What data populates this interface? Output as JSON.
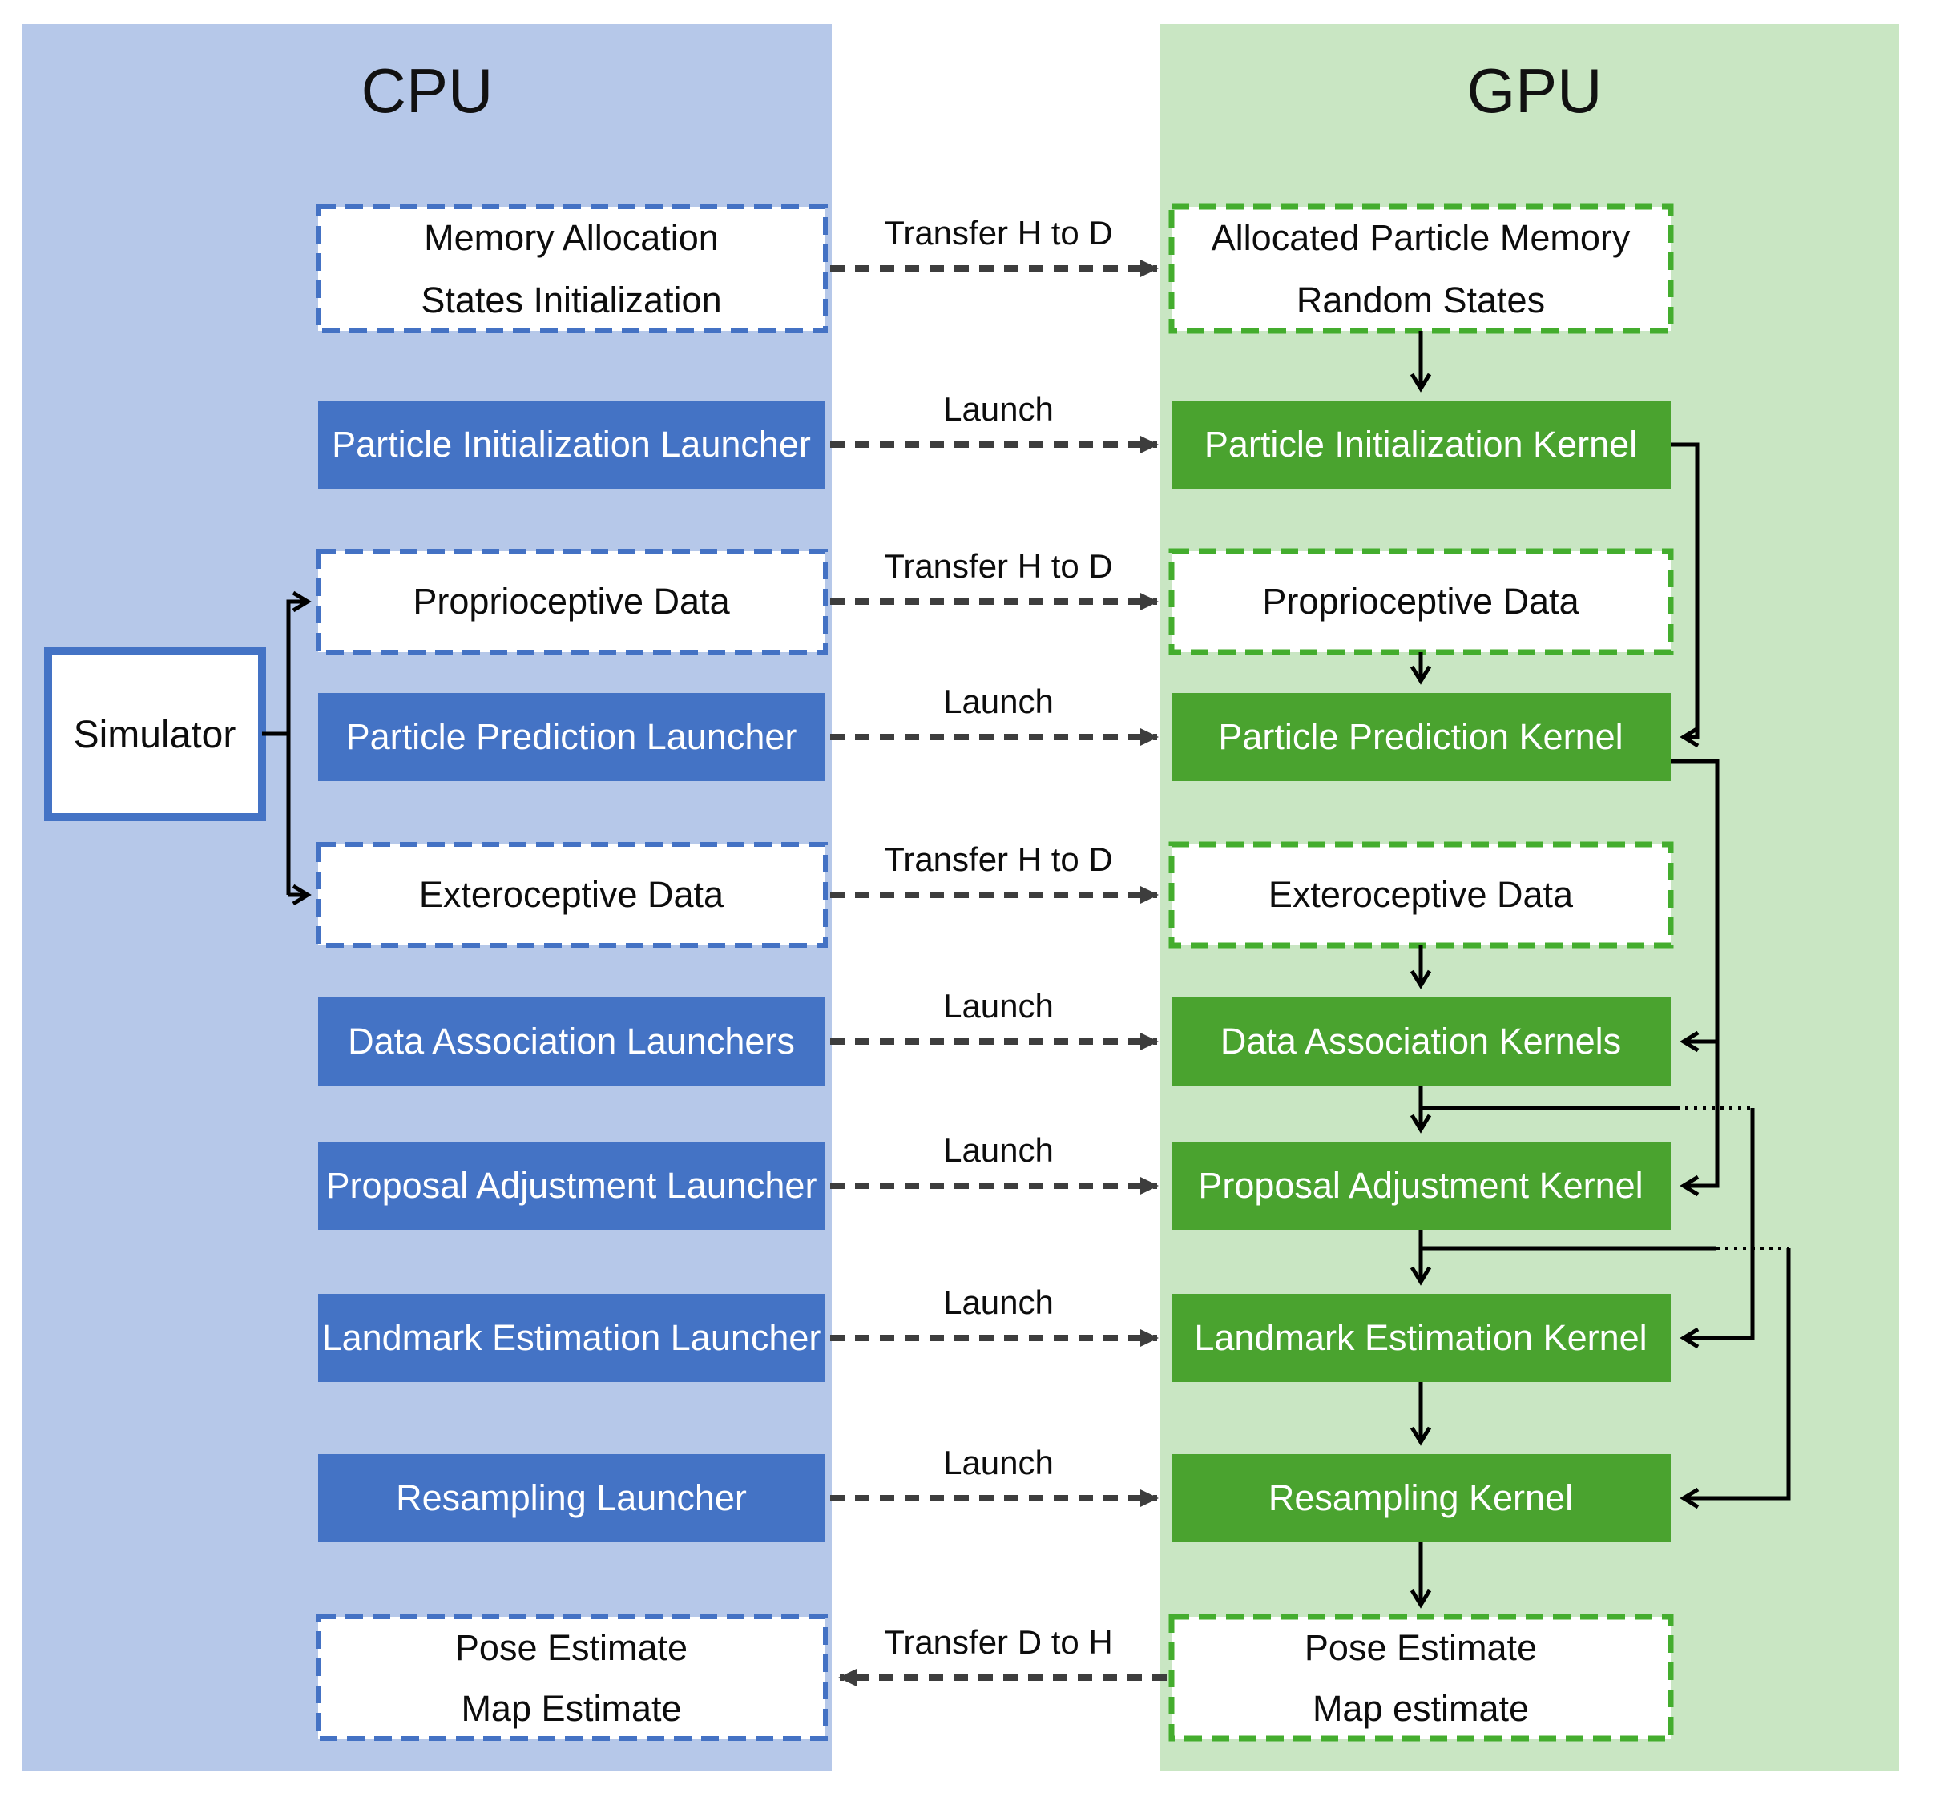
{
  "cpu_column": {
    "title": "CPU",
    "boxes": [
      {
        "style": "dashed",
        "lines": [
          "Memory Allocation",
          "States Initialization"
        ]
      },
      {
        "style": "solid",
        "lines": [
          "Particle Initialization Launcher"
        ]
      },
      {
        "style": "dashed",
        "lines": [
          "Proprioceptive Data"
        ]
      },
      {
        "style": "solid",
        "lines": [
          "Particle Prediction Launcher"
        ]
      },
      {
        "style": "dashed",
        "lines": [
          "Exteroceptive Data"
        ]
      },
      {
        "style": "solid",
        "lines": [
          "Data Association Launchers"
        ]
      },
      {
        "style": "solid",
        "lines": [
          "Proposal Adjustment Launcher"
        ]
      },
      {
        "style": "solid",
        "lines": [
          "Landmark Estimation Launcher"
        ]
      },
      {
        "style": "solid",
        "lines": [
          "Resampling Launcher"
        ]
      },
      {
        "style": "dashed",
        "lines": [
          "Pose Estimate",
          "Map Estimate"
        ]
      }
    ]
  },
  "gpu_column": {
    "title": "GPU",
    "boxes": [
      {
        "style": "dashed",
        "lines": [
          "Allocated Particle Memory",
          "Random States"
        ]
      },
      {
        "style": "solid",
        "lines": [
          "Particle Initialization Kernel"
        ]
      },
      {
        "style": "dashed",
        "lines": [
          "Proprioceptive Data"
        ]
      },
      {
        "style": "solid",
        "lines": [
          "Particle Prediction Kernel"
        ]
      },
      {
        "style": "dashed",
        "lines": [
          "Exteroceptive Data"
        ]
      },
      {
        "style": "solid",
        "lines": [
          "Data Association Kernels"
        ]
      },
      {
        "style": "solid",
        "lines": [
          "Proposal Adjustment Kernel"
        ]
      },
      {
        "style": "solid",
        "lines": [
          "Landmark Estimation Kernel"
        ]
      },
      {
        "style": "solid",
        "lines": [
          "Resampling Kernel"
        ]
      },
      {
        "style": "dashed",
        "lines": [
          "Pose Estimate",
          "Map estimate"
        ]
      }
    ]
  },
  "simulator": {
    "label": "Simulator"
  },
  "arrows": [
    {
      "label": "Transfer H to D",
      "direction": "cpu-to-gpu"
    },
    {
      "label": "Launch",
      "direction": "cpu-to-gpu"
    },
    {
      "label": "Transfer H to D",
      "direction": "cpu-to-gpu"
    },
    {
      "label": "Launch",
      "direction": "cpu-to-gpu"
    },
    {
      "label": "Transfer H to D",
      "direction": "cpu-to-gpu"
    },
    {
      "label": "Launch",
      "direction": "cpu-to-gpu"
    },
    {
      "label": "Launch",
      "direction": "cpu-to-gpu"
    },
    {
      "label": "Launch",
      "direction": "cpu-to-gpu"
    },
    {
      "label": "Launch",
      "direction": "cpu-to-gpu"
    },
    {
      "label": "Transfer D to H",
      "direction": "gpu-to-cpu"
    }
  ],
  "colors": {
    "cpu_panel_bg": "#b6c8e9",
    "gpu_panel_bg": "#c9e6c3",
    "cpu_solid_box": "#4473c5",
    "gpu_solid_box": "#4aa32f",
    "cpu_dashed_border": "#4472c4",
    "gpu_dashed_border": "#44ad2e",
    "transfer_arrow": "#3d3d3d",
    "connector": "#000000"
  }
}
